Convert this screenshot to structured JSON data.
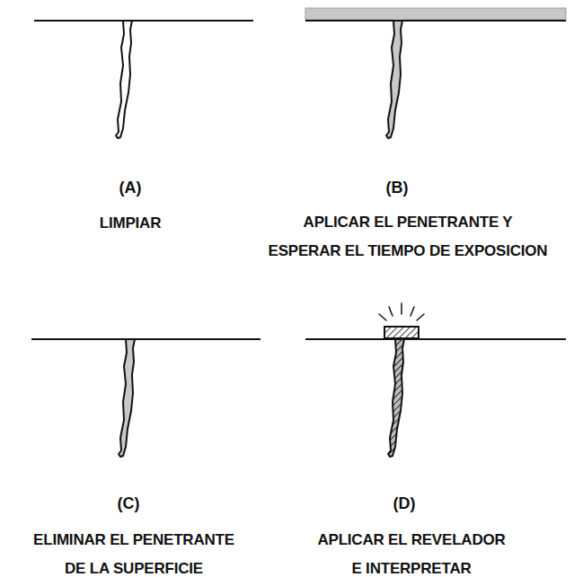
{
  "diagram": {
    "labels": [
      "(A)",
      "LIMPIAR",
      "(B)",
      "APLICAR EL PENETRANTE Y ESPERAR EL TIEMPO DE EXPOSICION",
      "(C)",
      "ELIMINAR EL PENETRANTE DE LA SUPERFICIE",
      "(D)",
      "APLICAR EL REVELADOR E INTERPRETAR"
    ]
  }
}
